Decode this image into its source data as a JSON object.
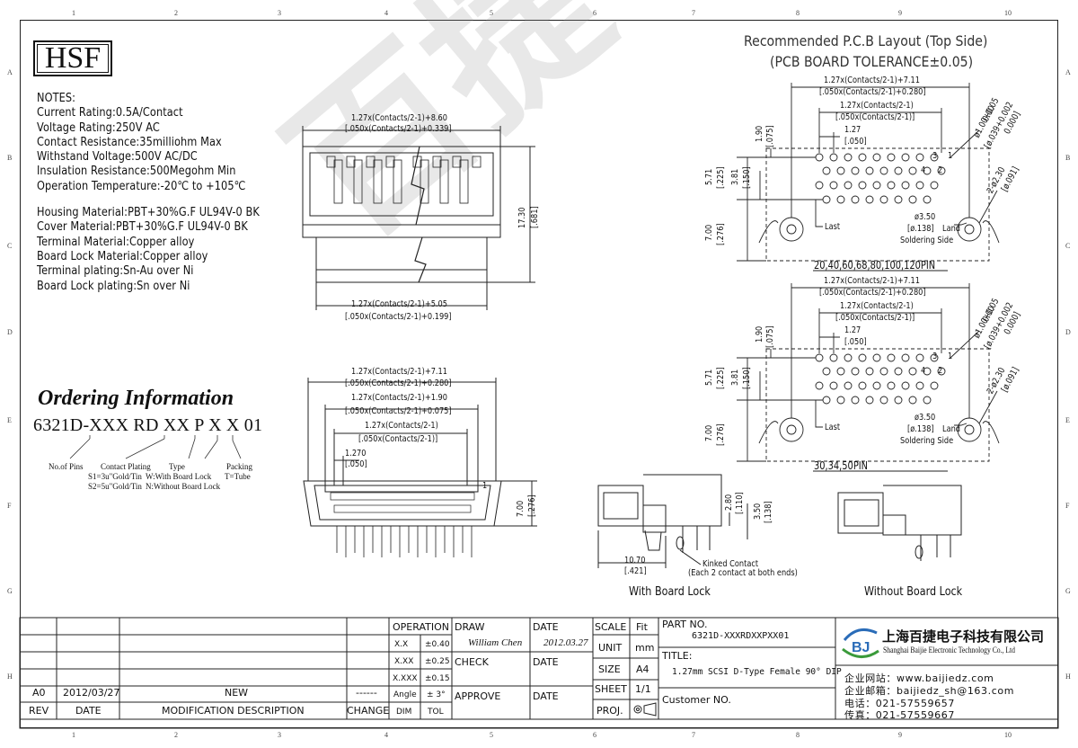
{
  "rulers": {
    "columns": [
      "1",
      "2",
      "3",
      "4",
      "5",
      "6",
      "7",
      "8",
      "9",
      "10"
    ],
    "rows": [
      "A",
      "B",
      "C",
      "D",
      "E",
      "F",
      "G",
      "H"
    ]
  },
  "logo": "HSF",
  "notes": {
    "heading": "NOTES:",
    "electrical": [
      "Current Rating:0.5A/Contact",
      "Voltage Rating:250V AC",
      "Contact Resistance:35milliohm Max",
      "Withstand Voltage:500V AC/DC",
      "Insulation Resistance:500Megohm Min",
      "Operation Temperature:-20℃ to +105℃"
    ],
    "materials": [
      "Housing Material:PBT+30%G.F UL94V-0 BK",
      "Cover Material:PBT+30%G.F UL94V-0 BK",
      "Terminal Material:Copper alloy",
      "Board Lock Material:Copper alloy",
      "Terminal plating:Sn-Au over Ni",
      "Board Lock plating:Sn over Ni"
    ]
  },
  "ordering": {
    "title": "Ordering Information",
    "code": "6321D-XXX RD XX P X X 01",
    "no_of_pins": "No.of Pins",
    "contact_plating": "Contact Plating",
    "s1": "S1=3u\"Gold/Tin",
    "s2": "S2=5u\"Gold/Tin",
    "type": "Type",
    "w": "W:With Board Lock",
    "n": "N:Without Board Lock",
    "packing": "Packing",
    "t": "T=Tube"
  },
  "top_view": {
    "d1a": "1.27x(Contacts/2-1)+8.60",
    "d1b": "[.050x(Contacts/2-1)+0.339]",
    "d2a": "1.27x(Contacts/2-1)+5.05",
    "d2b": "[.050x(Contacts/2-1)+0.199]",
    "h1": "17.30",
    "h1b": "[.681]"
  },
  "front_view": {
    "d1a": "1.27x(Contacts/2-1)+7.11",
    "d1b": "[.050x(Contacts/2-1)+0.280]",
    "d2a": "1.27x(Contacts/2-1)+1.90",
    "d2b": "[.050x(Contacts/2-1)+0.075]",
    "d3a": "1.27x(Contacts/2-1)",
    "d3b": "[.050x(Contacts/2-1)]",
    "d4a": "1.270",
    "d4b": "[.050]",
    "h1": "7.00",
    "h1b": "[.276]",
    "pin1": "1"
  },
  "pcb": {
    "title1": "Recommended P.C.B Layout (Top Side)",
    "title2": "(PCB BOARD TOLERANCE±0.05)",
    "layouts": [
      {
        "label": "20,40,60,68,80,100,120PIN",
        "da": "1.27x(Contacts/2-1)+7.11",
        "db": "[.050x(Contacts/2-1)+0.280]",
        "dc": "1.27x(Contacts/2-1)",
        "dd": "[.050x(Contacts/2-1)]",
        "de": "1.27",
        "df": "[.050]",
        "v1": "1.90",
        "v1b": "[.075]",
        "v2": "5.71",
        "v2b": "[.225]",
        "v3": "3.81",
        "v3b": "[.150]",
        "v4": "7.00",
        "v4b": "[.276]",
        "hole": "ø1.00+0.05",
        "hole2": "0.00",
        "hole3": "[ø.039+0.002",
        "hole4": "0.000]",
        "lock": "2-ø2.30",
        "lockb": "[ø.091]",
        "land": "ø3.50",
        "landb": "[ø.138]",
        "land_label": "Land",
        "solder": "Soldering Side",
        "last": "Last",
        "n1": "1",
        "n2": "2",
        "n3": "3",
        "n4": "4"
      },
      {
        "label": "30,34,50PIN",
        "da": "1.27x(Contacts/2-1)+7.11",
        "db": "[.050x(Contacts/2-1)+0.280]",
        "dc": "1.27x(Contacts/2-1)",
        "dd": "[.050x(Contacts/2-1)]",
        "de": "1.27",
        "df": "[.050]",
        "v1": "1.90",
        "v1b": "[.075]",
        "v2": "5.71",
        "v2b": "[.225]",
        "v3": "3.81",
        "v3b": "[.150]",
        "v4": "7.00",
        "v4b": "[.276]",
        "hole": "ø1.00+0.05",
        "hole2": "0.00",
        "hole3": "[ø.039+0.002",
        "hole4": "0.000]",
        "lock": "2-ø2.30",
        "lockb": "[ø.091]",
        "land": "ø3.50",
        "landb": "[ø.138]",
        "land_label": "Land",
        "solder": "Soldering Side",
        "last": "Last",
        "n1": "1",
        "n2": "2",
        "n3": "3",
        "n4": "4"
      }
    ]
  },
  "side_views": {
    "w_label": "With Board Lock",
    "n_label": "Without Board Lock",
    "d1": "10.70",
    "d1b": "[.421]",
    "d2": "2.80",
    "d2b": "[.110]",
    "d3": "3.50",
    "d3b": "[.138]",
    "kinked": "Kinked Contact",
    "kinked2": "(Each 2 contact at both ends)"
  },
  "title_block": {
    "operation": "OPERATION",
    "tol_rows": [
      {
        "k": "X.X",
        "v": "±0.40"
      },
      {
        "k": "X.XX",
        "v": "±0.25"
      },
      {
        "k": "X.XXX",
        "v": "±0.15"
      },
      {
        "k": "Angle",
        "v": "± 3°"
      }
    ],
    "dim": "DIM",
    "tol": "TOL",
    "draw": "DRAW",
    "drawer": "William Chen",
    "check": "CHECK",
    "approve": "APPROVE",
    "date_h": "DATE",
    "draw_date": "2012.03.27",
    "scale": "SCALE",
    "fit": "Fit",
    "unit": "UNIT",
    "mm": "mm",
    "size": "SIZE",
    "a4": "A4",
    "sheet": "SHEET",
    "sheet_v": "1/1",
    "proj": "PROJ.",
    "part_no_h": "PART NO.",
    "part_no": "6321D-XXXRDXXPXX01",
    "title_h": "TITLE:",
    "title": "1.27mm SCSI D-Type Female 90° DIP",
    "customer": "Customer NO.",
    "company_cn": "上海百捷电子科技有限公司",
    "company_en": "Shanghai Baijie Electronic Technology Co., Ltd",
    "web": "企业网站：www.baijiedz.com",
    "email": "企业邮箱：baijiedz_sh@163.com",
    "tel": "电话：021-57559657",
    "fax": "传真：021-57559667",
    "rev_h": "REV",
    "date_col": "DATE",
    "mod_h": "MODIFICATION DESCRIPTION",
    "change_h": "CHANGE",
    "rev": "A0",
    "rev_date": "2012/03/27",
    "rev_desc": "NEW",
    "rev_change": "------"
  },
  "watermark": "百捷电子"
}
